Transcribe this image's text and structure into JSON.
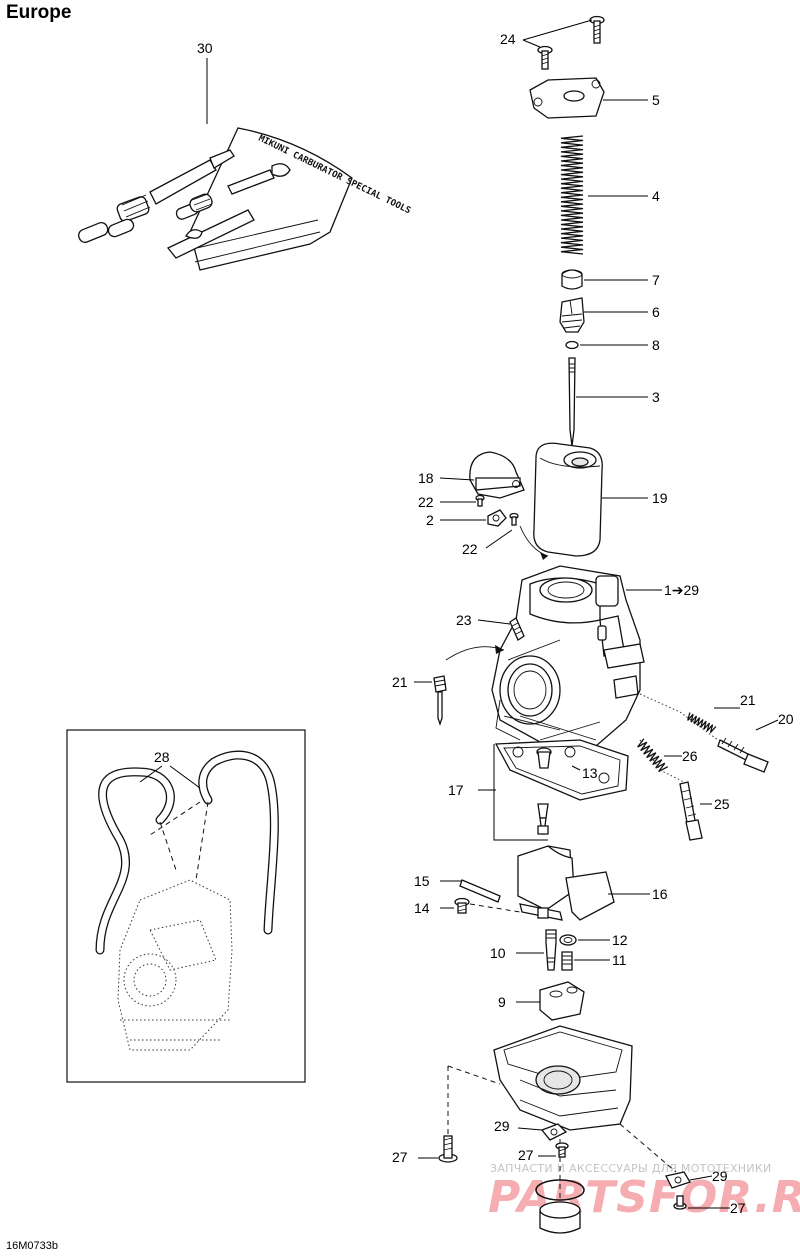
{
  "diagram": {
    "region": "Europe",
    "drawing_code": "16M0733b",
    "tool_kit_text": "MIKUNI CARBURATOR SPECIAL TOOLS",
    "callouts": {
      "c24": "24",
      "c5": "5",
      "c4": "4",
      "c7": "7",
      "c6": "6",
      "c8": "8",
      "c3": "3",
      "c30": "30",
      "c18": "18",
      "c22a": "22",
      "c2": "2",
      "c22b": "22",
      "c19": "19",
      "c1_29": "1➔29",
      "c23": "23",
      "c21a": "21",
      "c21b": "21",
      "c20": "20",
      "c28": "28",
      "c17": "17",
      "c13": "13",
      "c26": "26",
      "c25": "25",
      "c15": "15",
      "c16": "16",
      "c14": "14",
      "c12": "12",
      "c10": "10",
      "c11": "11",
      "c9": "9",
      "c29a": "29",
      "c27a": "27",
      "c27b": "27",
      "c29b": "29",
      "c27c": "27"
    }
  },
  "watermark": {
    "tagline": "ЗАПЧАСТИ И АКСЕССУАРЫ ДЛЯ МОТОТЕХНИКИ",
    "brand": "PARTSFOR.RU"
  }
}
